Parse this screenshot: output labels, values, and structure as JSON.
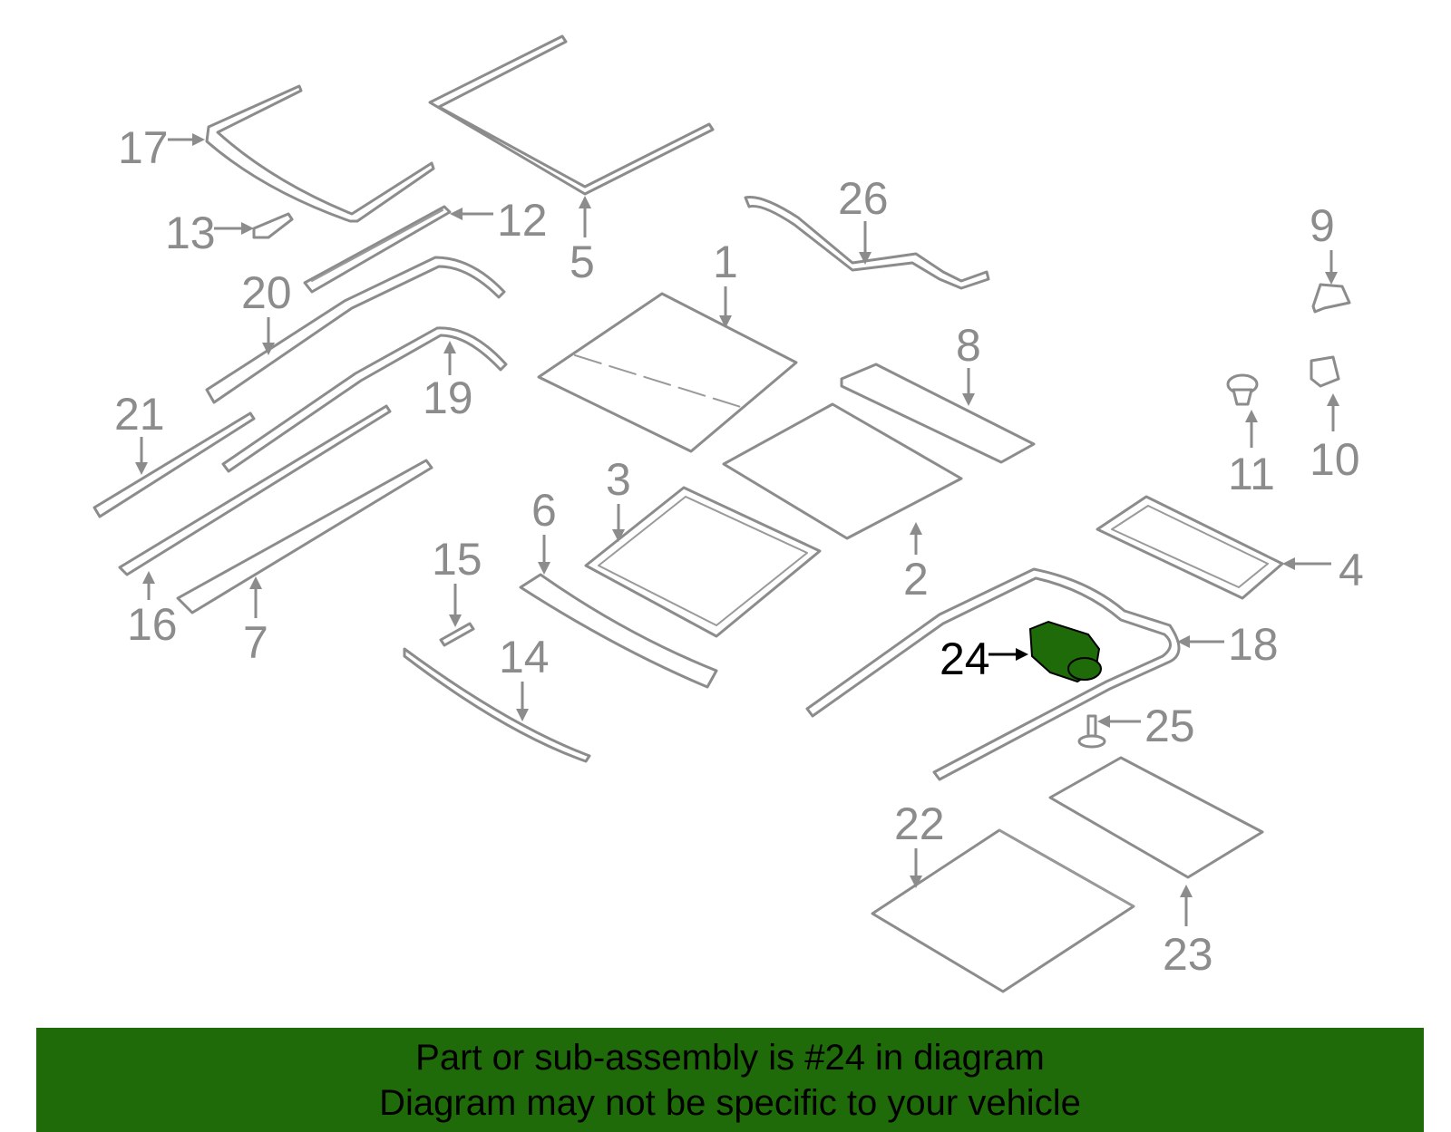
{
  "diagram": {
    "highlighted_part": "24",
    "highlight_color": "#1f6b0a",
    "callouts": [
      "1",
      "2",
      "3",
      "4",
      "5",
      "6",
      "7",
      "8",
      "9",
      "10",
      "11",
      "12",
      "13",
      "14",
      "15",
      "16",
      "17",
      "18",
      "19",
      "20",
      "21",
      "22",
      "23",
      "24",
      "25",
      "26"
    ]
  },
  "banner": {
    "line1": "Part or sub-assembly is #24 in diagram",
    "line2": "Diagram may not be specific to your vehicle",
    "background": "#1f6b0a"
  }
}
